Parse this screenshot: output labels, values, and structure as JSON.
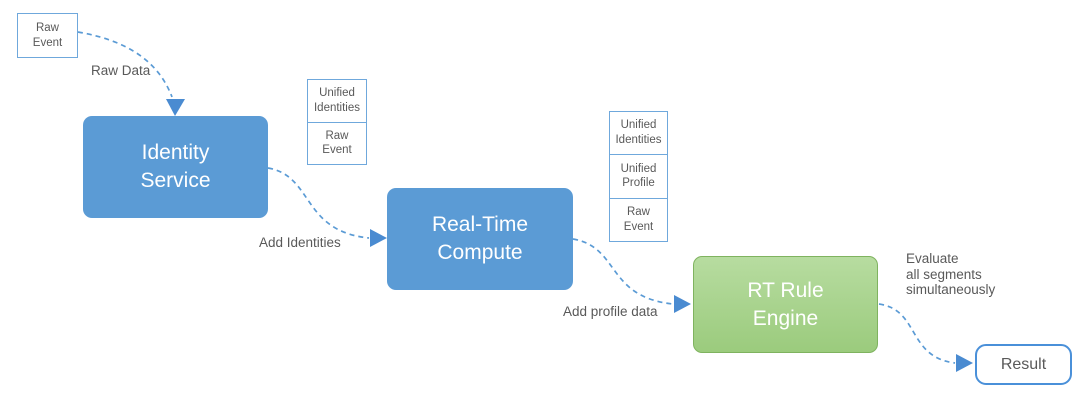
{
  "diagram": {
    "colors": {
      "bg": "#ffffff",
      "node_blue": "#5b9bd5",
      "node_text": "#ffffff",
      "green_top": "#b7dca0",
      "green_bottom": "#9bcb7d",
      "green_border": "#7fb35f",
      "outline_blue": "#6fa8dc",
      "arrow_blue": "#5b9bd5",
      "arrow_head": "#4a8bd1",
      "label_gray": "#595959",
      "result_border": "#4a90d9"
    },
    "nodes": {
      "raw_event": {
        "label": "Raw\nEvent"
      },
      "identity_service": {
        "label": "Identity\nService"
      },
      "real_time_compute": {
        "label": "Real-Time\nCompute"
      },
      "rt_rule_engine": {
        "label": "RT Rule\nEngine"
      },
      "result": {
        "label": "Result"
      }
    },
    "stacks": {
      "identity_output": [
        "Unified\nIdentities",
        "Raw\nEvent"
      ],
      "compute_output": [
        "Unified\nIdentities",
        "Unified\nProfile",
        "Raw\nEvent"
      ]
    },
    "edge_labels": {
      "raw_data": "Raw Data",
      "add_identities": "Add Identities",
      "add_profile_data": "Add profile data",
      "evaluate": "Evaluate\nall segments\nsimultaneously"
    }
  }
}
